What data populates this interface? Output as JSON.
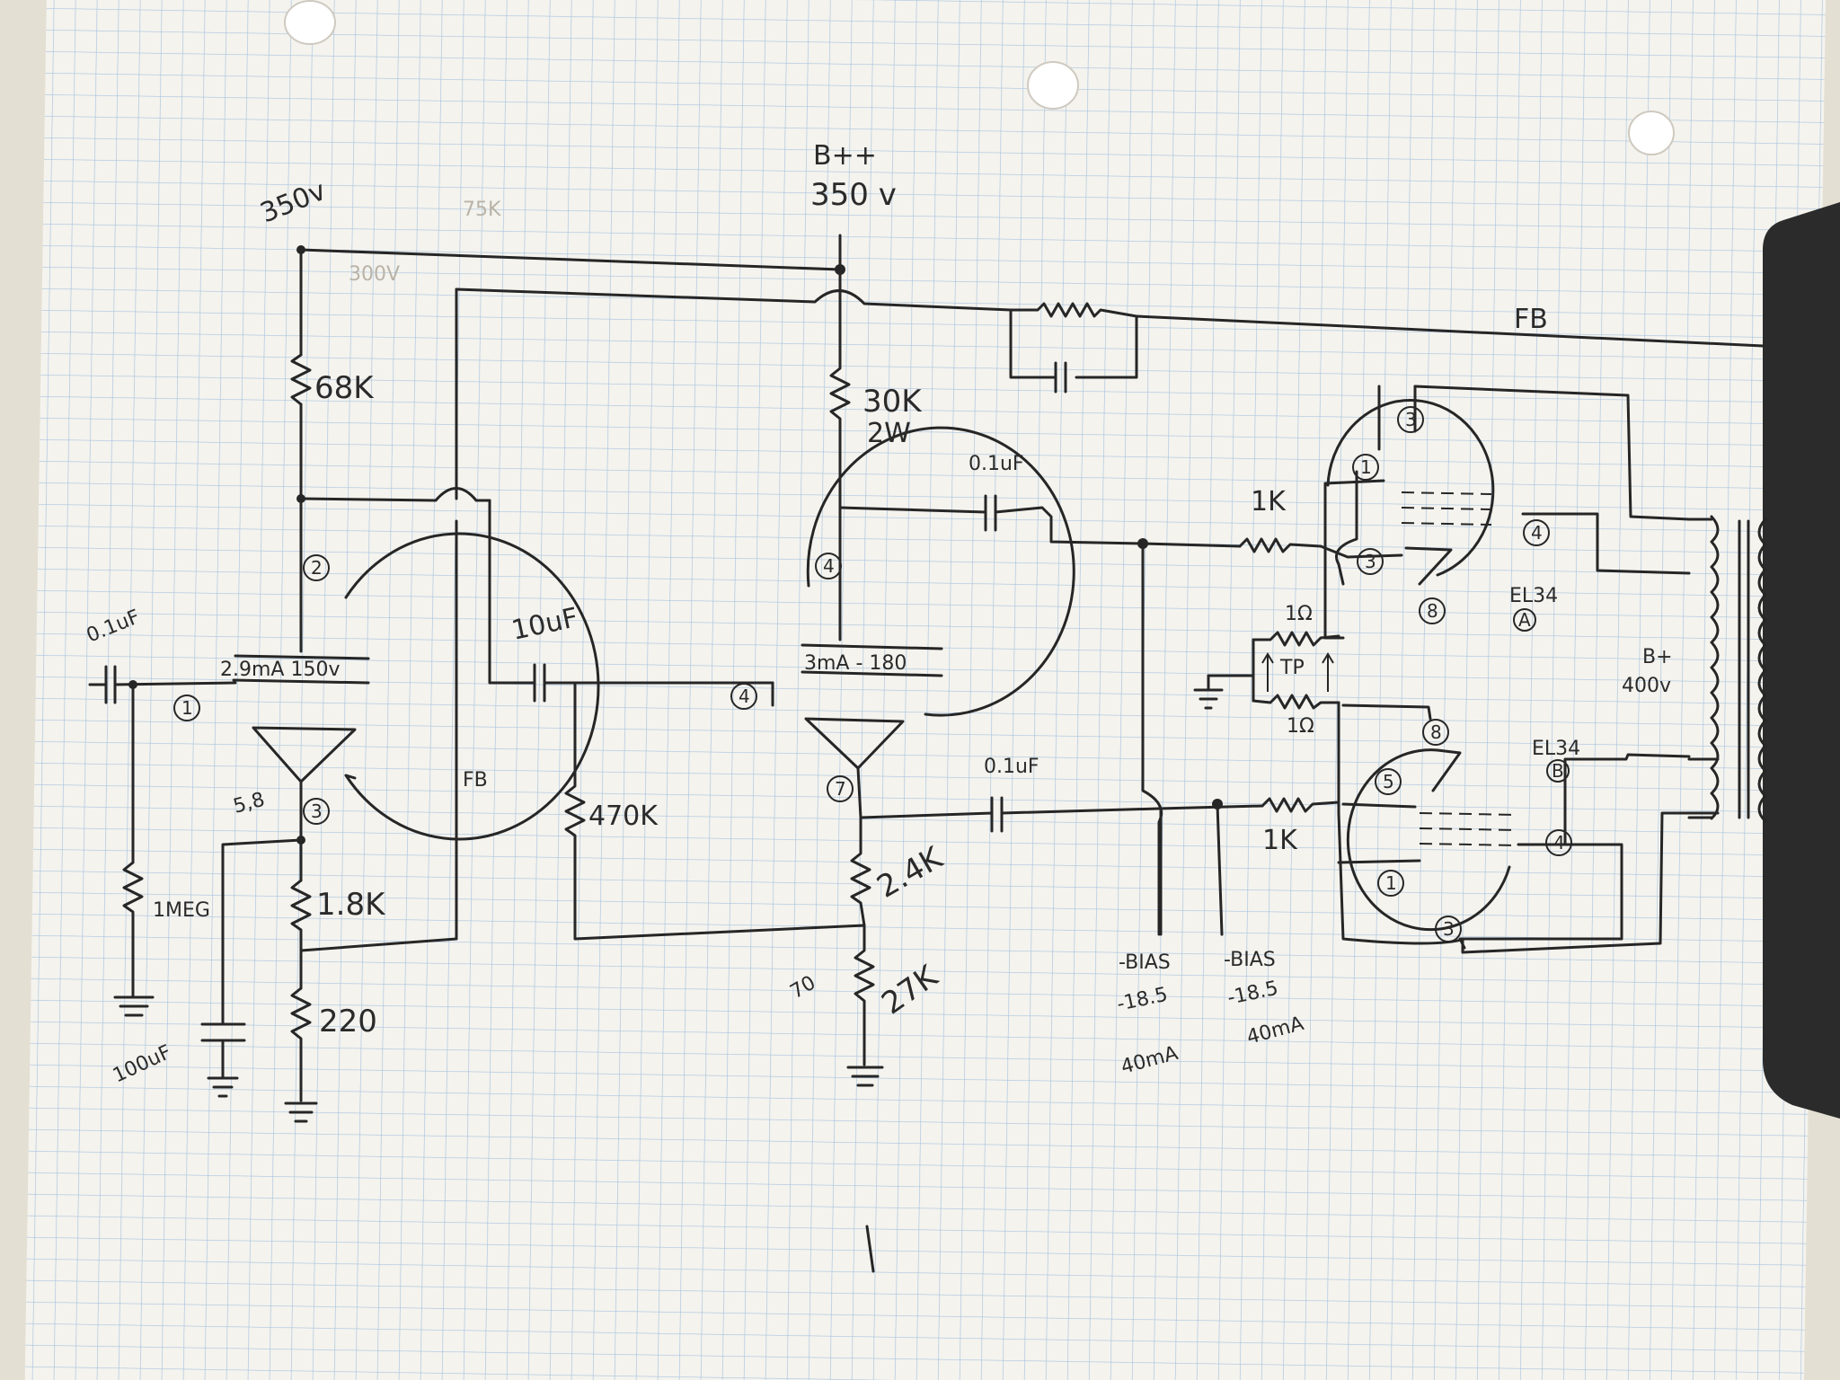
{
  "colors": {
    "paper": "#f4f3ee",
    "grid": "#a9c3dd",
    "ink": "#262626",
    "faint_ink": "#b9b3a8",
    "binder": "#2b2b2b",
    "background": "#e4dfd3"
  },
  "rails": {
    "bpp": "B++",
    "bpp_voltage": "350 v",
    "left_voltage": "350v",
    "feedback": "FB",
    "feedback_left": "FB",
    "bplus": "B+",
    "bplus_voltage": "400v"
  },
  "stage1": {
    "bias_note": "2.9mA 150v",
    "input_cap": "0.1uF",
    "grid_resistor": "1MEG",
    "plate_resistor": "68K",
    "cathode_resistor_1": "1.8K",
    "cathode_resistor_2": "220",
    "bypass_cap": "100uF",
    "heater_pins": "5,8",
    "pins": {
      "grid": "1",
      "plate": "2",
      "cathode": "3"
    }
  },
  "stage2": {
    "bias_note": "3mA - 180",
    "coupling_cap": "10uF",
    "grid_resistor": "470K",
    "plate_resistor": "30K",
    "plate_resistor_power": "2W",
    "cathode_resistor_1": "2.4K",
    "cathode_resistor_2": "27K",
    "tail_note": "70",
    "out_cap_top": "0.1uF",
    "out_cap_bottom": "0.1uF",
    "pins": {
      "grid": "4",
      "plate": "4",
      "cathode": "7"
    }
  },
  "output_stage": {
    "tube_a": "EL34",
    "tube_a_tag": "A",
    "tube_b": "EL34",
    "tube_b_tag": "B",
    "grid_stopper_a": "1K",
    "grid_stopper_b": "1K",
    "sense_resistor_a": "1Ω",
    "sense_resistor_b": "1Ω",
    "test_point": "TP",
    "pins_a": {
      "top": "3",
      "g1": "1",
      "k": "3",
      "plate": "4",
      "g2": "8"
    },
    "pins_b": {
      "top": "8",
      "g1": "5",
      "k": "1",
      "plate": "4",
      "g2": "3"
    },
    "bias_a": "-BIAS",
    "bias_b": "-BIAS",
    "bias_a_volts": "-18.5",
    "bias_b_volts": "-18.5",
    "bias_a_current": "40mA",
    "bias_b_current": "40mA"
  },
  "faint_notes": {
    "note_1": "75K",
    "note_2": "300V"
  }
}
